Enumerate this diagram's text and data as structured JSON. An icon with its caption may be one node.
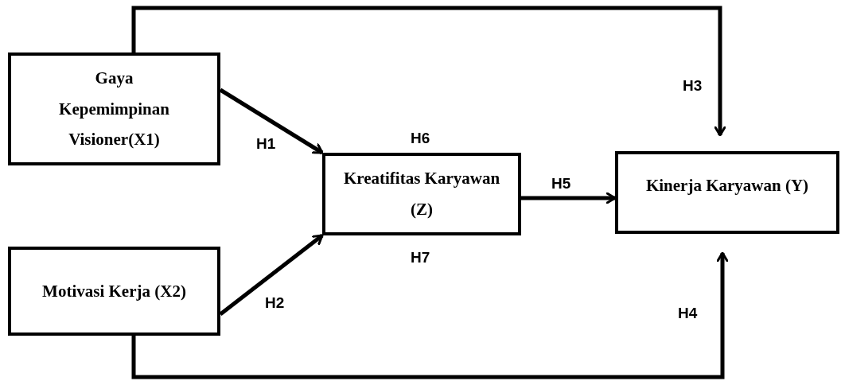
{
  "diagram": {
    "nodes": [
      {
        "text": [
          "Gaya Kepemimpinan Visioner(X1)"
        ]
      },
      {
        "text": [
          "Motivasi Kerja (X2)"
        ]
      },
      {
        "text": [
          "Kreatifitas Karyawan (Z)"
        ]
      },
      {
        "text": [
          "Kinerja Karyawan (Y)"
        ]
      }
    ],
    "edges": [
      {
        "from": 0,
        "to": 2,
        "arrow": "to",
        "label": "H1"
      },
      {
        "from": 1,
        "to": 2,
        "arrow": "to",
        "label": "H2"
      },
      {
        "from": 0,
        "to": 3,
        "arrow": "to",
        "label": "H3"
      },
      {
        "from": 1,
        "to": 3,
        "arrow": "to",
        "label": "H4"
      },
      {
        "from": 2,
        "to": 3,
        "arrow": "to",
        "label": "H5"
      }
    ],
    "labels": [
      "H6",
      "H7"
    ]
  }
}
